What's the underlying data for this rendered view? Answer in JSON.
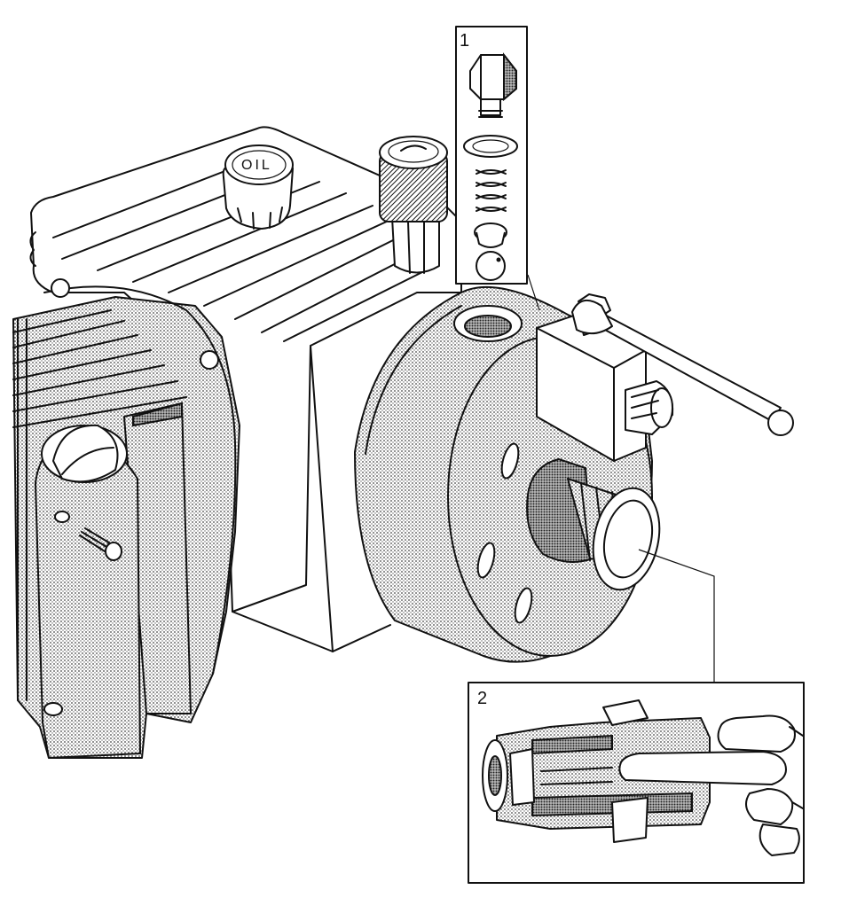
{
  "figure": {
    "oil_cap_label": "OIL",
    "inset_1_label": "1",
    "inset_2_label": "2"
  }
}
